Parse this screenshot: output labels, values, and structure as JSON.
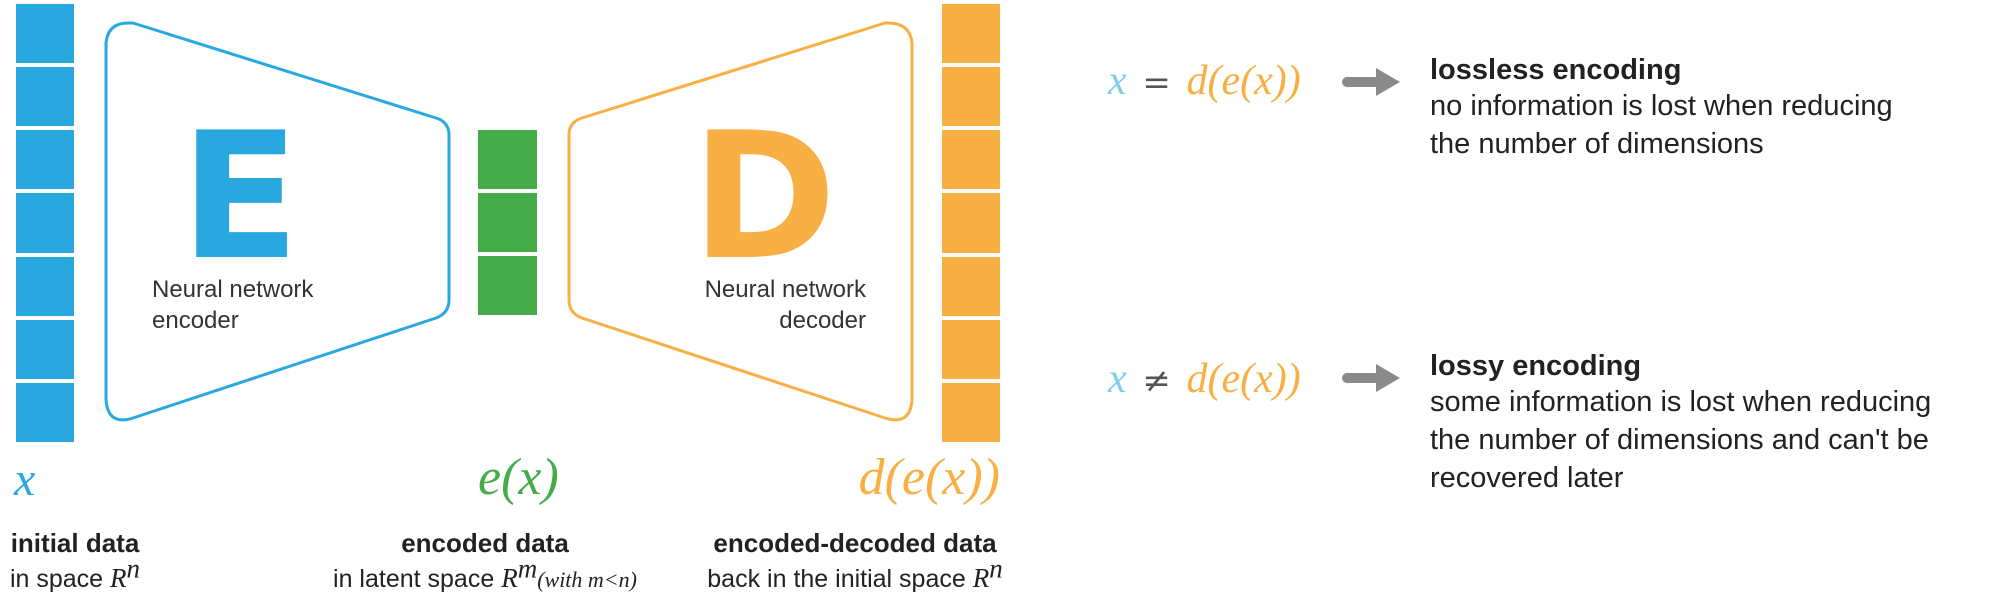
{
  "colors": {
    "input": "#29A8E0",
    "latent": "#46AC4A",
    "output": "#F8AF44",
    "arrow": "#8A8A8A",
    "text": "#222222"
  },
  "block_counts": {
    "input": 7,
    "latent": 3,
    "output": 7
  },
  "encoder": {
    "letter": "E",
    "label_line1": "Neural network",
    "label_line2": "encoder"
  },
  "decoder": {
    "letter": "D",
    "label_line1": "Neural network",
    "label_line2": "decoder"
  },
  "vectors": {
    "input": {
      "symbol": "x",
      "title": "initial data",
      "sub_text": "in space",
      "space": "R",
      "space_sup": "n"
    },
    "latent": {
      "symbol": "e(x)",
      "title": "encoded data",
      "sub_text": "in latent space",
      "space": "R",
      "space_sup": "m",
      "condition": "(with m<n)"
    },
    "output": {
      "symbol": "d(e(x))",
      "title": "encoded-decoded data",
      "sub_text": "back in the initial space",
      "space": "R",
      "space_sup": "n"
    }
  },
  "outcomes": [
    {
      "lhs": "x",
      "relation": "=",
      "rhs": "d(e(x))",
      "arrow_icon": "right-arrow-icon",
      "title": "lossless encoding",
      "lines": [
        "no information is lost when reducing",
        "the number of dimensions"
      ]
    },
    {
      "lhs": "x",
      "relation": "≠",
      "rhs": "d(e(x))",
      "arrow_icon": "right-arrow-icon",
      "title": "lossy encoding",
      "lines": [
        "some information is lost when reducing",
        "the number of dimensions and can't be",
        "recovered later"
      ]
    }
  ]
}
